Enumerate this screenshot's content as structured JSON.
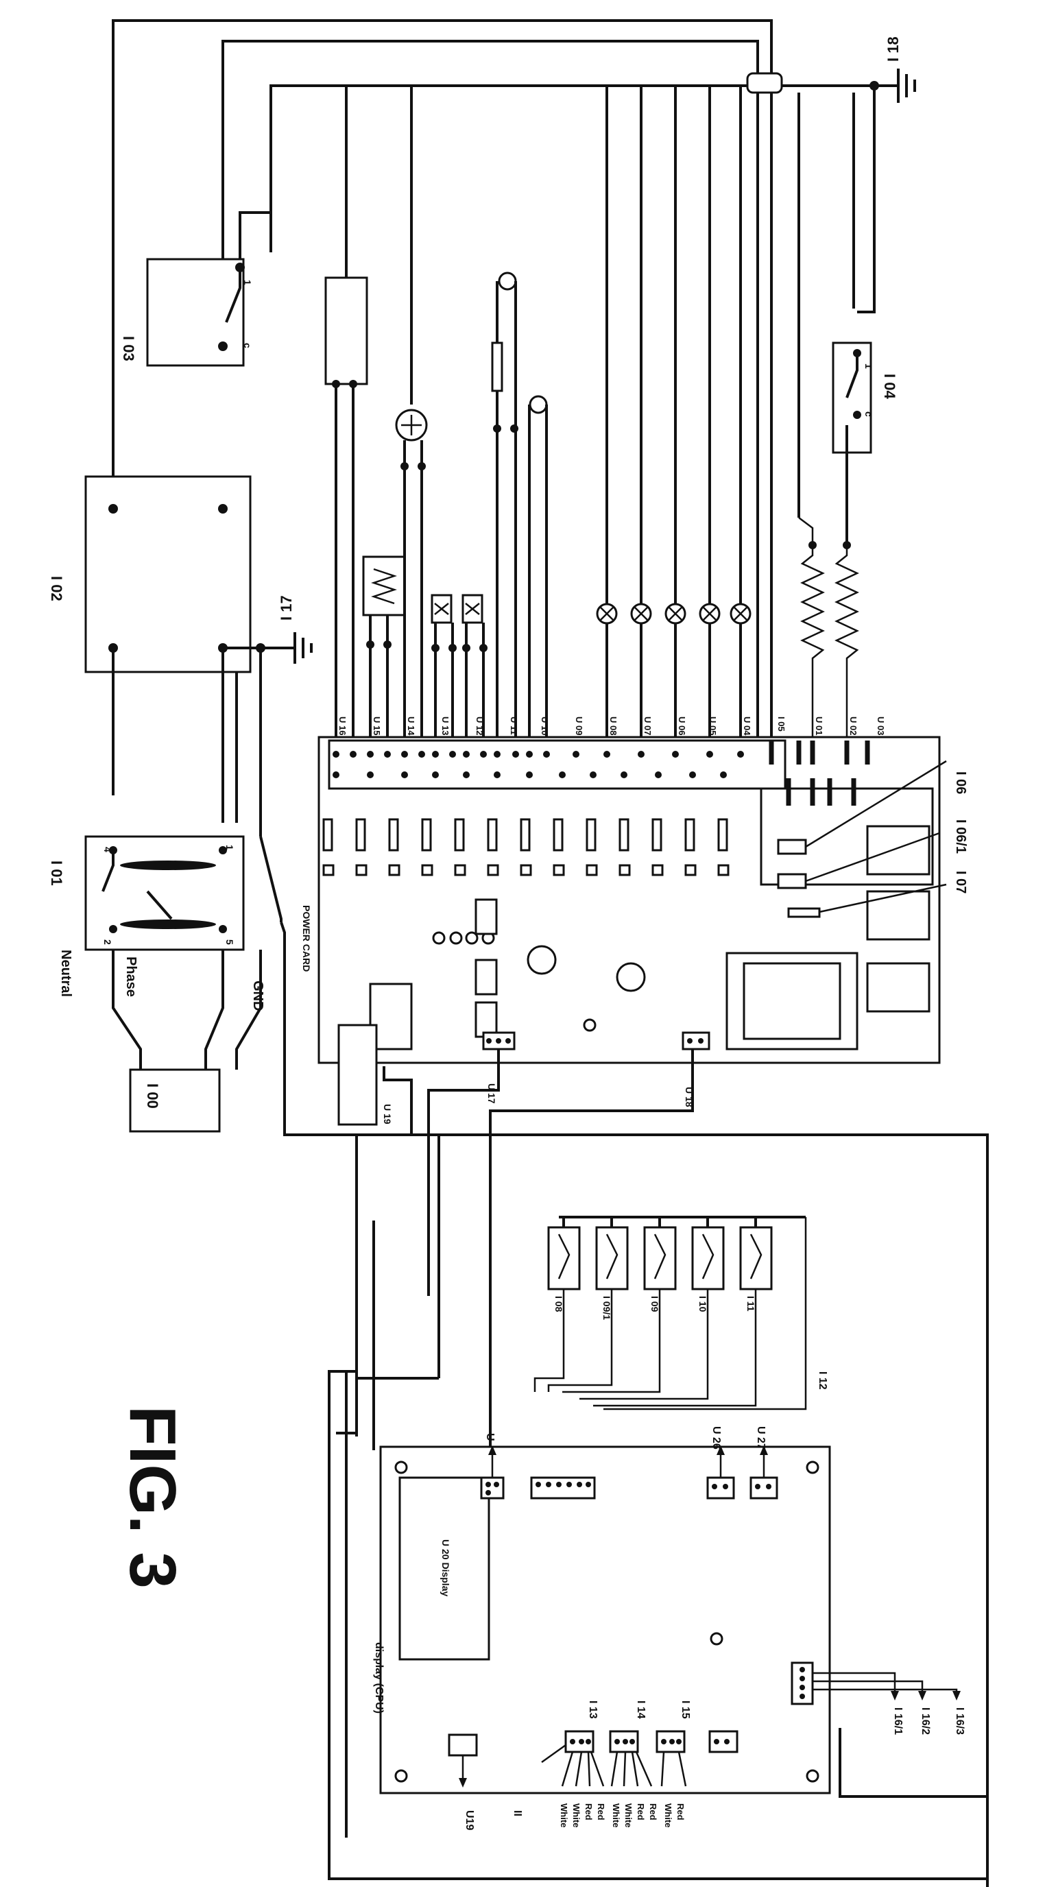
{
  "figure": {
    "title": "FIG. 3"
  },
  "components": {
    "i100": "I 00",
    "i01": "I 01",
    "i02": "I 02",
    "i03": "I 03",
    "i04": "I 04",
    "i06": "I 06",
    "i06_1": "I 06/1",
    "i07": "I 07",
    "i08": "I 08",
    "i09": "I 09",
    "i09_1": "I 09/1",
    "i10": "I 10",
    "i11": "I 11",
    "i12": "I 12",
    "i13": "I 13",
    "i14": "I 14",
    "i15": "I 15",
    "i16_1": "I 16/1",
    "i16_2": "I 16/2",
    "i16_3": "I 16/3",
    "i17": "I 17",
    "i18": "I 18",
    "ii": "II"
  },
  "mains": {
    "neutral": "Neutral",
    "phase": "Phase",
    "gnd": "GND"
  },
  "contacts": {
    "i01_4": "4",
    "i01_1": "1",
    "i01_2": "2",
    "i01_5": "5",
    "i03_1": "1",
    "i03_c": "c",
    "i04_c": "c",
    "i04_1": "1"
  },
  "power_card": {
    "title": "POWER CARD",
    "outputs": [
      "U 16",
      "U 15",
      "U 14",
      "U 13",
      "U 12",
      "U 11",
      "U 10",
      "U 09",
      "U 08",
      "U 07",
      "U 06",
      "U 05",
      "U 04",
      "I 05",
      "U 01",
      "U 02",
      "U 03"
    ],
    "connectors": {
      "u17": "U 17",
      "u18": "U 18",
      "u19": "U 19"
    }
  },
  "display_board": {
    "title": "display (CPU)",
    "screen_label": "U 20 Display",
    "connectors": {
      "u": "U",
      "u26": "U 26",
      "u27": "U 27",
      "u19": "U19"
    }
  },
  "wire_colors": {
    "i13": [
      "White",
      "White",
      "Red",
      "Red"
    ],
    "i14": [
      "White",
      "White",
      "Red",
      "Red"
    ],
    "i15": [
      "White",
      "Red"
    ]
  }
}
